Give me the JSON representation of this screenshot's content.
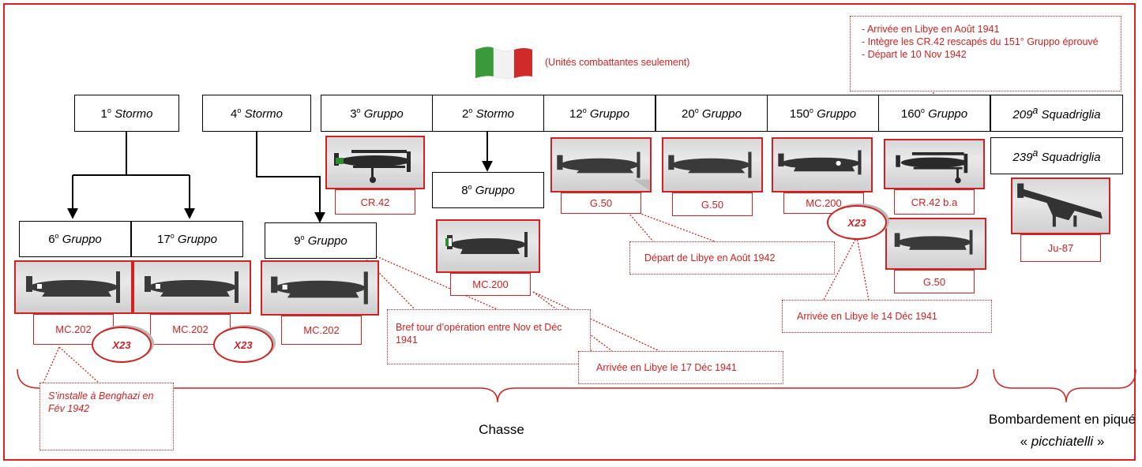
{
  "caption": "(Unités combattantes seulement)",
  "units": {
    "stormo1": {
      "num": "1",
      "sup": "o",
      "name": "Stormo"
    },
    "stormo4": {
      "num": "4",
      "sup": "o",
      "name": "Stormo"
    },
    "gruppo3": {
      "num": "3",
      "sup": "o",
      "name": "Gruppo"
    },
    "stormo2": {
      "num": "2",
      "sup": "o",
      "name": "Stormo"
    },
    "gruppo12": {
      "num": "12",
      "sup": "o",
      "name": "Gruppo"
    },
    "gruppo20": {
      "num": "20",
      "sup": "o",
      "name": "Gruppo"
    },
    "gruppo150": {
      "num": "150",
      "sup": "o",
      "name": "Gruppo"
    },
    "gruppo160": {
      "num": "160",
      "sup": "o",
      "name": "Gruppo"
    },
    "squad209": {
      "num": "209",
      "sup": "a",
      "name": "Squadriglia"
    },
    "squad239": {
      "num": "239",
      "sup": "a",
      "name": "Squadriglia"
    },
    "gruppo8": {
      "num": "8",
      "sup": "o",
      "name": "Gruppo"
    },
    "gruppo6": {
      "num": "6",
      "sup": "o",
      "name": "Gruppo"
    },
    "gruppo17": {
      "num": "17",
      "sup": "o",
      "name": "Gruppo"
    },
    "gruppo9": {
      "num": "9",
      "sup": "o",
      "name": "Gruppo"
    }
  },
  "aircraft": {
    "a_cr42": "CR.42",
    "a_g50_12": "G.50",
    "a_g50_20": "G.50",
    "a_mc200_150": "MC.200",
    "a_cr42ba": "CR.42 b.a",
    "a_g50_160": "G.50",
    "a_mc200_8": "MC.200",
    "a_mc202_6": "MC.202",
    "a_mc202_17": "MC.202",
    "a_mc202_9": "MC.202",
    "a_ju87": "Ju-87"
  },
  "multiplier": "X23",
  "notes": {
    "n160": [
      "- Arrivée en Libye en Août 1941",
      "- Intègre les CR.42 rescapés du 151° Gruppo éprouvé",
      "- Départ le 10 Nov 1942"
    ],
    "n12": "Départ de Libye en Août 1942",
    "n150": "Arrivée en Libye le 14 Déc 1941",
    "n9": "Bref tour d’opération entre Nov et Déc 1941",
    "n8": "Arrivée en Libye le 17 Déc 1941",
    "n6": "S’installe à Benghazi en Fév 1942"
  },
  "groups": {
    "chasse": "Chasse",
    "bomb_line1": "Bombardement en piqué",
    "bomb_line2_pre": "« ",
    "bomb_line2_em": "picchiatelli",
    "bomb_line2_post": " »"
  },
  "colors": {
    "accent": "#d42020",
    "flag_green": "#3a9a3a",
    "flag_white": "#ffffff",
    "flag_red": "#d02a2a"
  }
}
